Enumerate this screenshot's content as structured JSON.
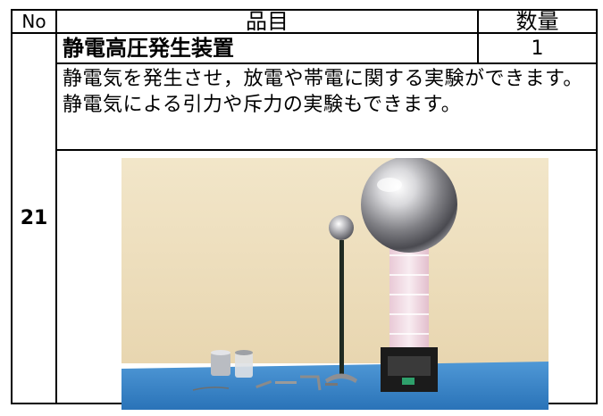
{
  "table": {
    "header": {
      "no": "No",
      "item": "品目",
      "quantity": "数量"
    },
    "row": {
      "no": "21",
      "name": "静電高圧発生装置",
      "quantity": "1",
      "description": "静電気を発生させ，放電や帯電に関する実験ができます。静電気による引力や斥力の実験もできます。"
    }
  },
  "photo": {
    "subject": "van-de-graaff-generator",
    "wall_color": "#efe2c3",
    "table_color": "#2f7ec4",
    "sphere_color": "#c9c9cc",
    "column_color": "#f3dfe6"
  }
}
